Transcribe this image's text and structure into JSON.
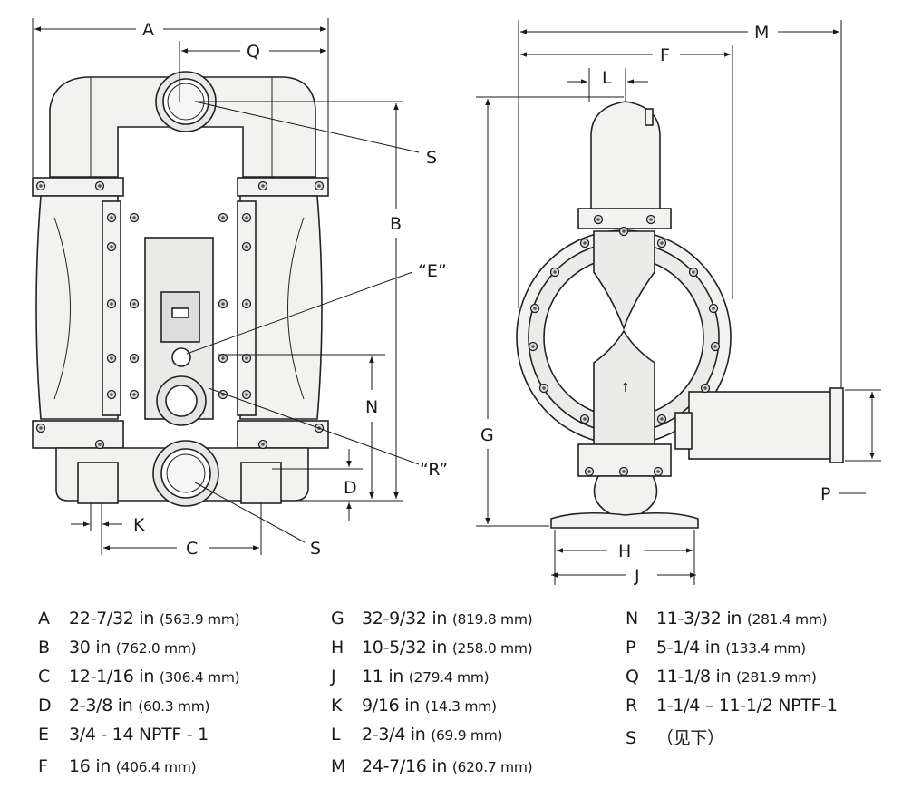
{
  "diagram": {
    "front_view_labels": {
      "A": "A",
      "Q": "Q",
      "B": "B",
      "N": "N",
      "D": "D",
      "K": "K",
      "C": "C",
      "S_top": "S",
      "S_bottom": "S",
      "E": "“E”",
      "R": "“R”"
    },
    "side_view_labels": {
      "M": "M",
      "F": "F",
      "L": "L",
      "G": "G",
      "H": "H",
      "J": "J",
      "P": "P"
    }
  },
  "dimensions": [
    {
      "key": "A",
      "inch": "22-7/32 in",
      "mm": "(563.9 mm)"
    },
    {
      "key": "B",
      "inch": "30 in",
      "mm": "(762.0 mm)"
    },
    {
      "key": "C",
      "inch": "12-1/16 in",
      "mm": "(306.4 mm)"
    },
    {
      "key": "D",
      "inch": "2-3/8 in",
      "mm": "(60.3 mm)"
    },
    {
      "key": "E",
      "inch": "3/4 - 14 NPTF - 1",
      "mm": ""
    },
    {
      "key": "F",
      "inch": "16 in",
      "mm": "(406.4 mm)"
    },
    {
      "key": "G",
      "inch": "32-9/32 in",
      "mm": "(819.8 mm)"
    },
    {
      "key": "H",
      "inch": "10-5/32 in",
      "mm": "(258.0 mm)"
    },
    {
      "key": "J",
      "inch": "11 in",
      "mm": "(279.4 mm)"
    },
    {
      "key": "K",
      "inch": "9/16 in",
      "mm": "(14.3 mm)"
    },
    {
      "key": "L",
      "inch": "2-3/4 in",
      "mm": "(69.9 mm)"
    },
    {
      "key": "M",
      "inch": "24-7/16 in",
      "mm": "(620.7 mm)"
    },
    {
      "key": "N",
      "inch": "11-3/32 in",
      "mm": "(281.4 mm)"
    },
    {
      "key": "P",
      "inch": "5-1/4 in",
      "mm": "(133.4 mm)"
    },
    {
      "key": "Q",
      "inch": "11-1/8 in",
      "mm": "(281.9 mm)"
    },
    {
      "key": "R",
      "inch": "1-1/4 – 11-1/2 NPTF-1",
      "mm": ""
    },
    {
      "key": "S",
      "inch": "（见下）",
      "mm": ""
    }
  ]
}
